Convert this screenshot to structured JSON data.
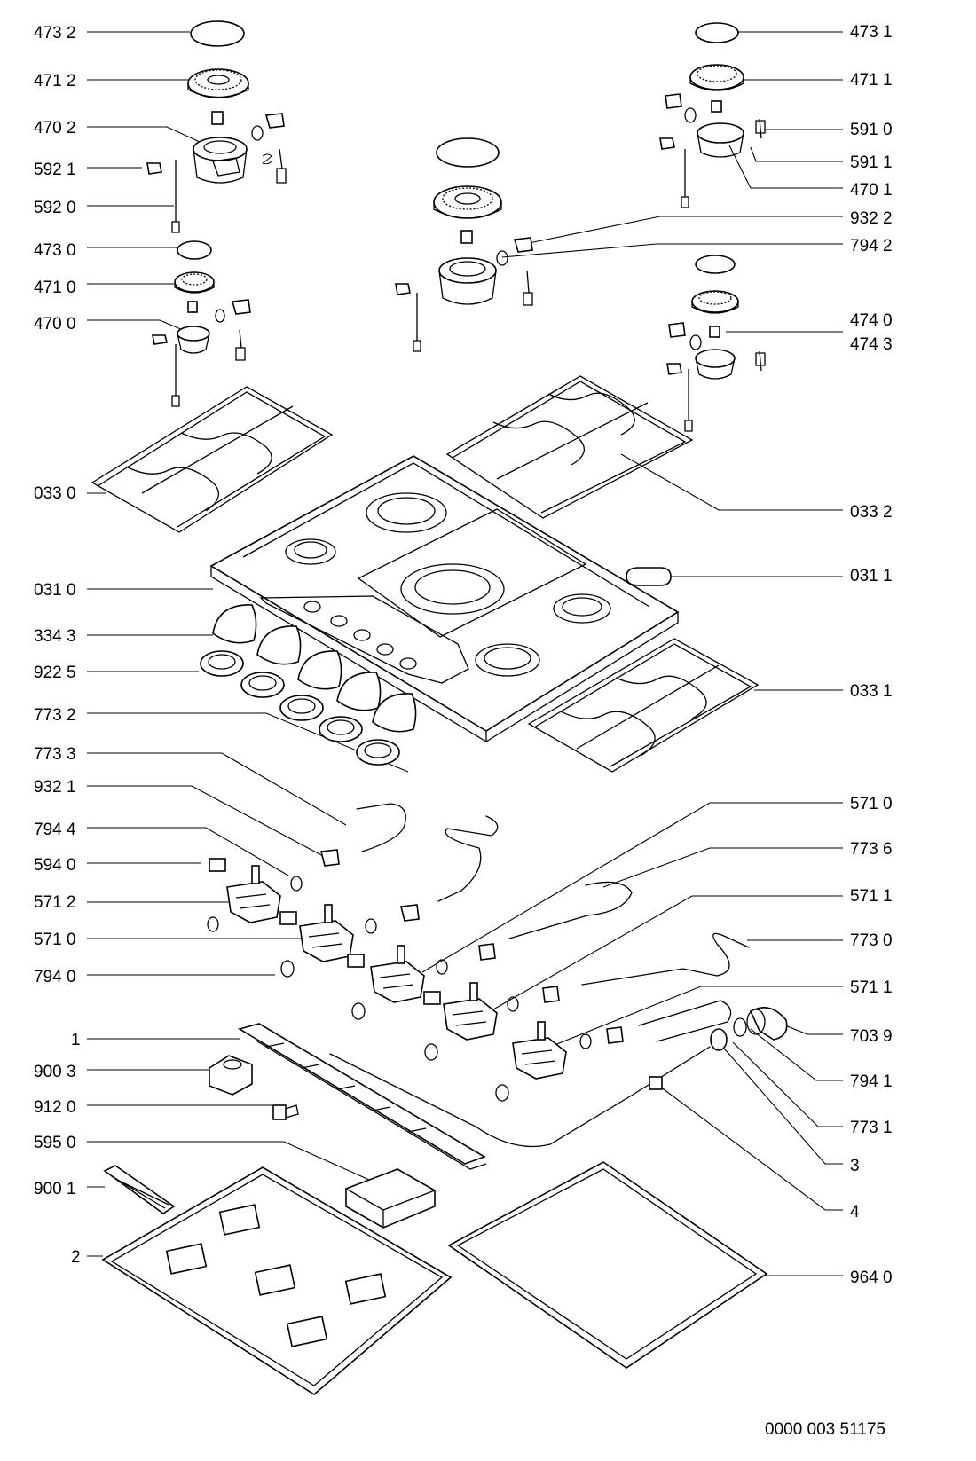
{
  "diagram": {
    "left_labels": [
      "473 2",
      "471 2",
      "470 2",
      "592 1",
      "592 0",
      "473 0",
      "471 0",
      "470 0",
      "033 0",
      "031 0",
      "334 3",
      "922 5",
      "773 2",
      "773 3",
      "932 1",
      "794 4",
      "594 0",
      "571 2",
      "571 0",
      "794 0",
      "1",
      "900 3",
      "912 0",
      "595 0",
      "900 1",
      "2"
    ],
    "right_labels": [
      "473 1",
      "471 1",
      "591 0",
      "591 1",
      "470 1",
      "932 2",
      "794 2",
      "474 0",
      "474 3",
      "033 2",
      "031 1",
      "033 1",
      "571 0",
      "773 6",
      "571 1",
      "773 0",
      "571 1",
      "703 9",
      "794 1",
      "773 1",
      "3",
      "4",
      "964 0"
    ],
    "footer_code": "0000 003 51175"
  }
}
